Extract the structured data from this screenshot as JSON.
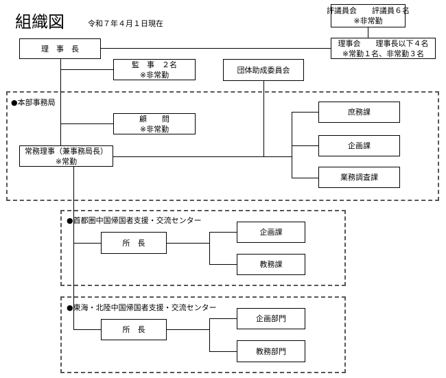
{
  "title": "組織図",
  "date": "令和７年４月１日現在",
  "hyogiin": {
    "line1": "評議員会　　評議員６名",
    "line2": "※非常勤"
  },
  "riji": {
    "line1": "理事会　　理事長以下４名",
    "line2": "※常勤１名、非常勤３名"
  },
  "rijicho": "理　事　長",
  "kanji": {
    "line1": "監　事　２名",
    "line2": "※非常勤"
  },
  "dantai": "団体助成委員会",
  "honbu_label": "●本部事務局",
  "komon": {
    "line1": "顧　　問",
    "line2": "※非常勤"
  },
  "jomu": {
    "line1": "常務理事（兼事務局長）",
    "line2": "※常勤"
  },
  "honbu_divisions": [
    "庶務課",
    "企画課",
    "業務調査課"
  ],
  "shuto_label": "●首都圏中国帰国者支援・交流センター",
  "shuto_director": "所　長",
  "shuto_divisions": [
    "企画課",
    "教務課"
  ],
  "tokai_label": "●東海・北陸中国帰国者支援・交流センター",
  "tokai_director": "所　長",
  "tokai_divisions": [
    "企画部門",
    "教務部門"
  ]
}
